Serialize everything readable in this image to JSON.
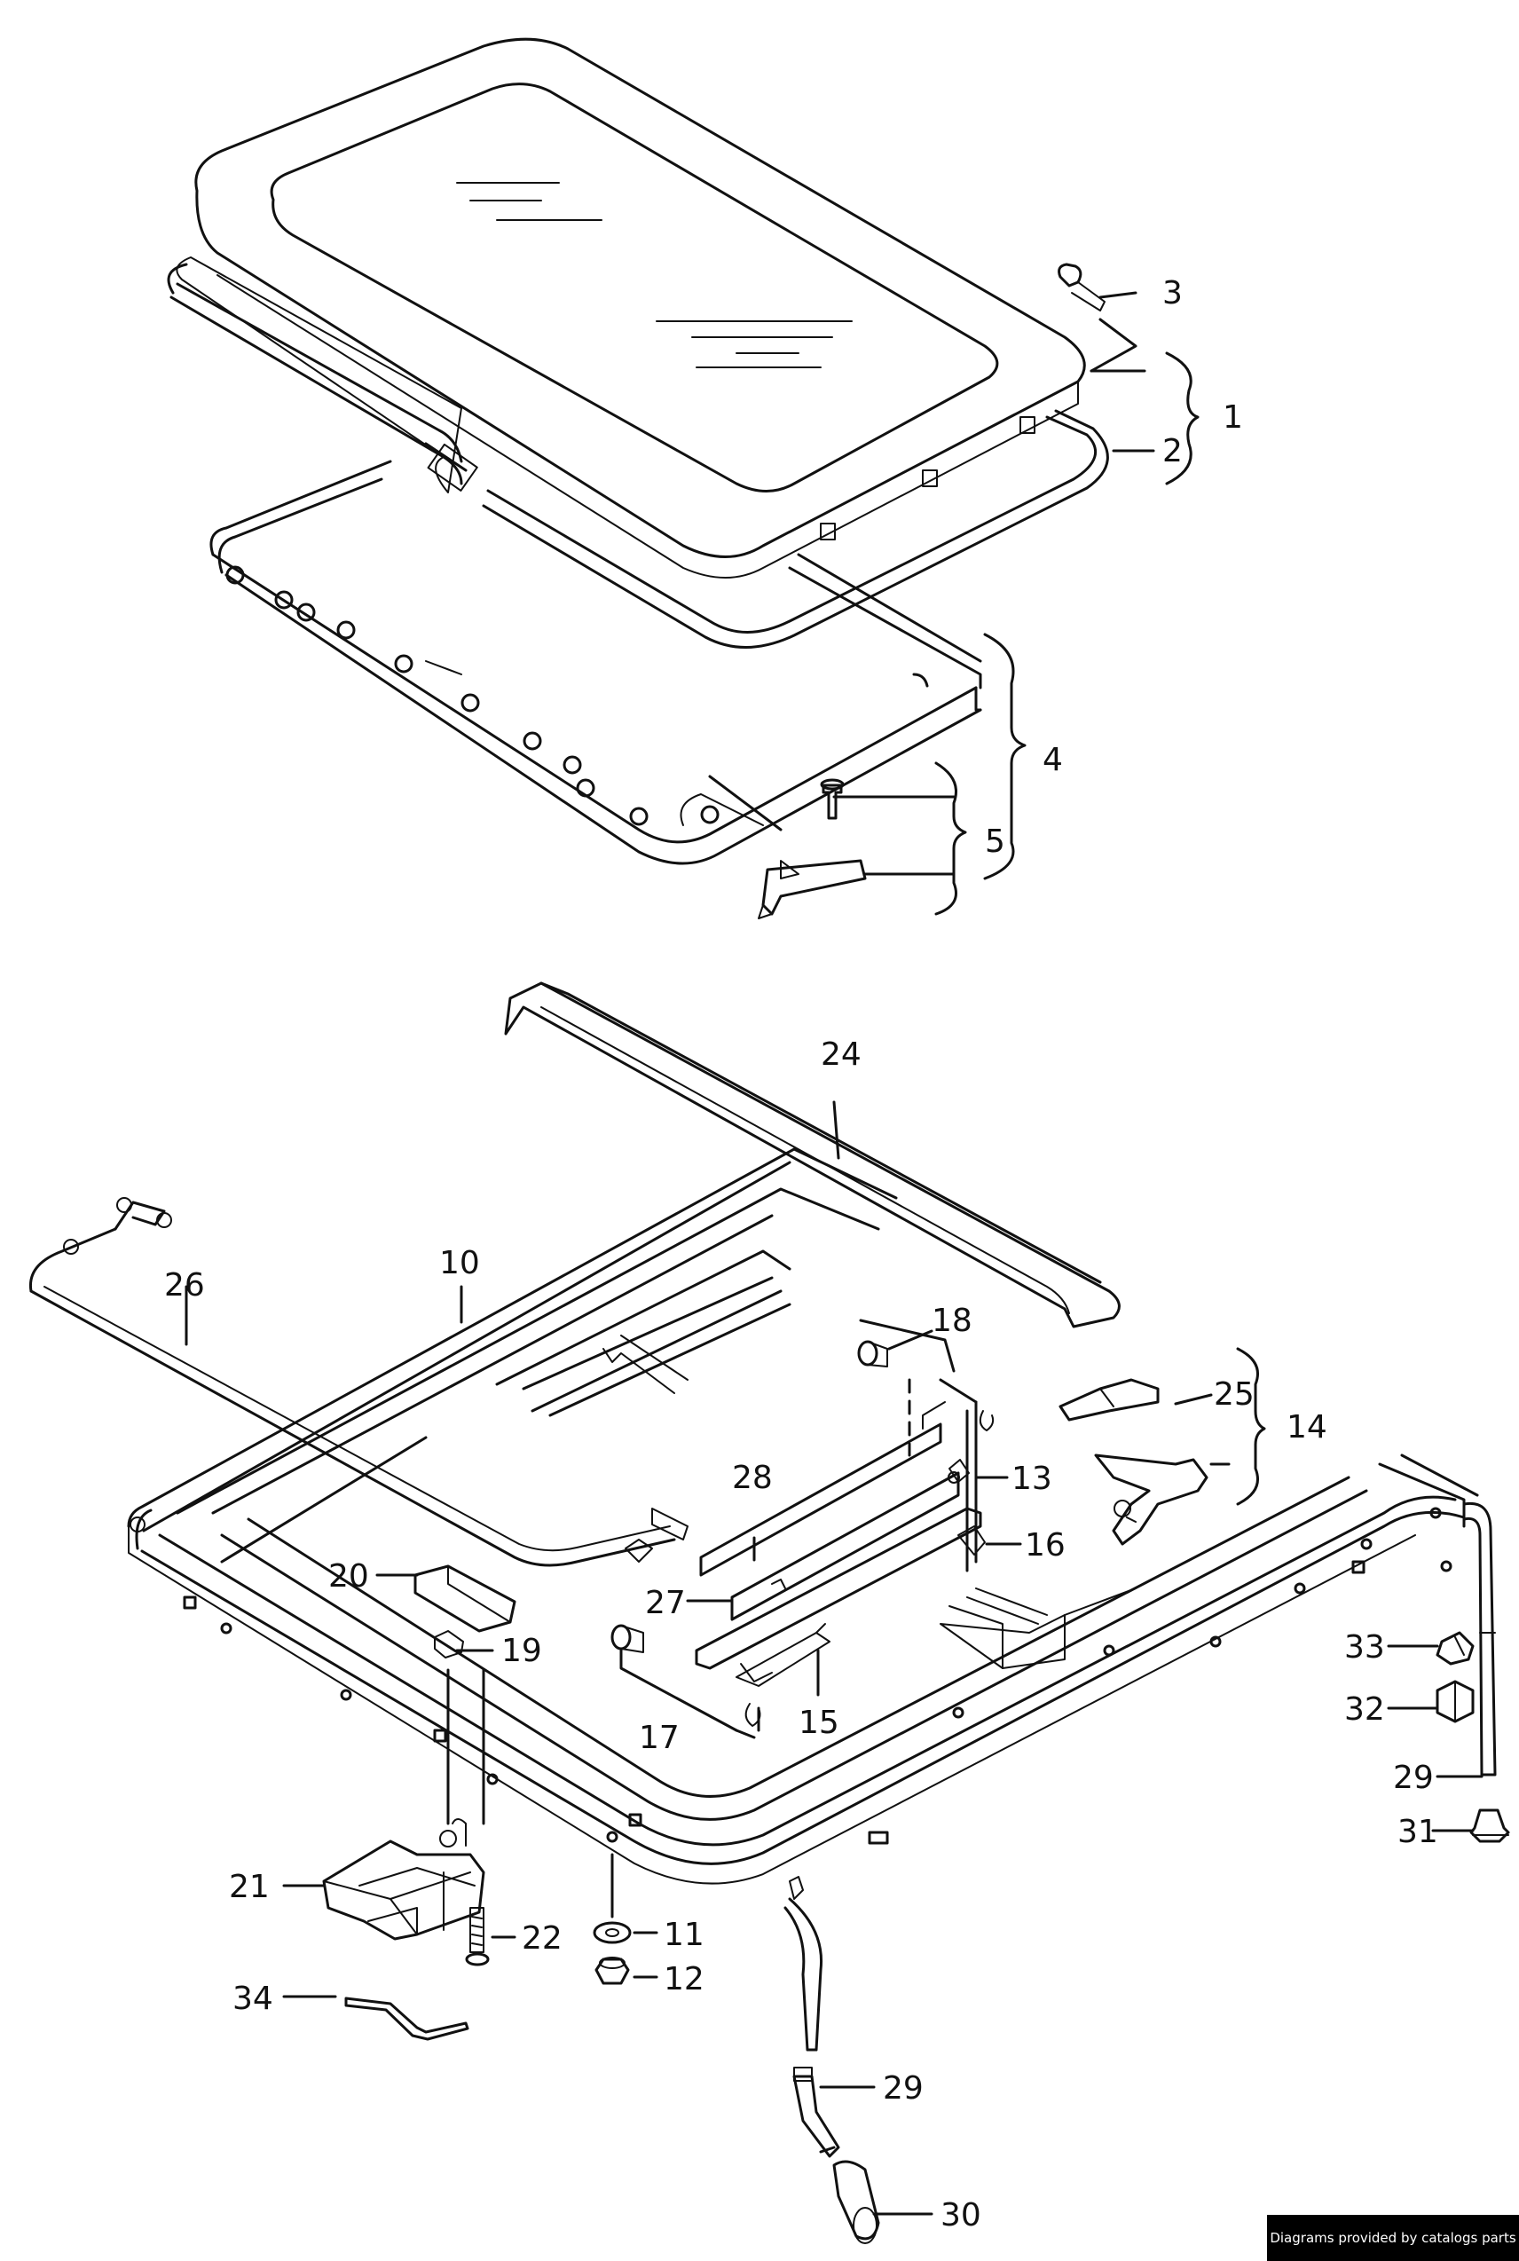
{
  "labels": {
    "p1": "1",
    "p2": "2",
    "p3": "3",
    "p4": "4",
    "p5": "5",
    "p10": "10",
    "p11": "11",
    "p12": "12",
    "p13": "13",
    "p14": "14",
    "p15": "15",
    "p16": "16",
    "p17": "17",
    "p18": "18",
    "p19": "19",
    "p20": "20",
    "p21": "21",
    "p22": "22",
    "p24": "24",
    "p25": "25",
    "p26": "26",
    "p27": "27",
    "p28": "28",
    "p29a": "29",
    "p29b": "29",
    "p30": "30",
    "p31": "31",
    "p32": "32",
    "p33": "33",
    "p34": "34"
  },
  "credit": "Diagrams provided by catalogs parts"
}
